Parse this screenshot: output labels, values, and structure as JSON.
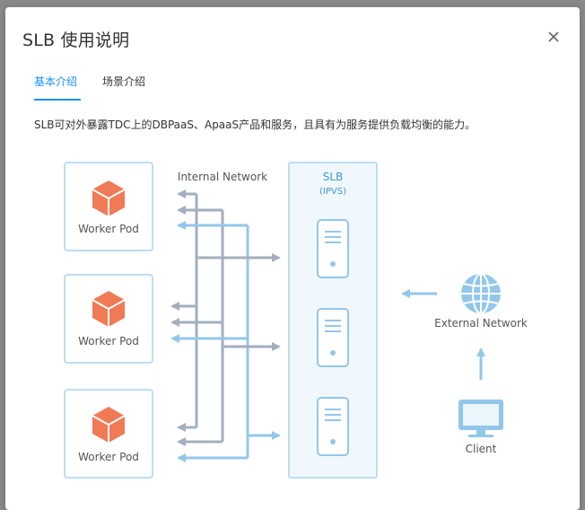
{
  "modal": {
    "title": "SLB 使用说明",
    "close_icon": "close-icon"
  },
  "tabs": [
    {
      "label": "基本介绍",
      "active": true
    },
    {
      "label": "场景介绍",
      "active": false
    }
  ],
  "description": "SLB可对外暴露TDC上的DBPaaS、ApaaS产品和服务，且具有为服务提供负载均衡的能力。",
  "diagram": {
    "pods": [
      {
        "label": "Worker Pod",
        "icon": "cube-icon"
      },
      {
        "label": "Worker Pod",
        "icon": "cube-icon"
      },
      {
        "label": "Worker Pod",
        "icon": "cube-icon"
      }
    ],
    "internal_network_label": "Internal Network",
    "slb": {
      "title": "SLB",
      "subtitle": "(IPVS)",
      "servers": 3,
      "server_icon": "server-icon"
    },
    "external_network_label": "External Network",
    "external_icon": "globe-icon",
    "client_label": "Client",
    "client_icon": "monitor-icon",
    "colors": {
      "accent": "#1890ff",
      "pod_icon": "#f07a55",
      "box_border": "#a9d4ee",
      "slb_fill": "#f1f8fd",
      "gray_arrow": "#a3afbc",
      "blue_arrow": "#93c7ea",
      "text": "#555555",
      "slb_text": "#3c9ad8"
    }
  }
}
